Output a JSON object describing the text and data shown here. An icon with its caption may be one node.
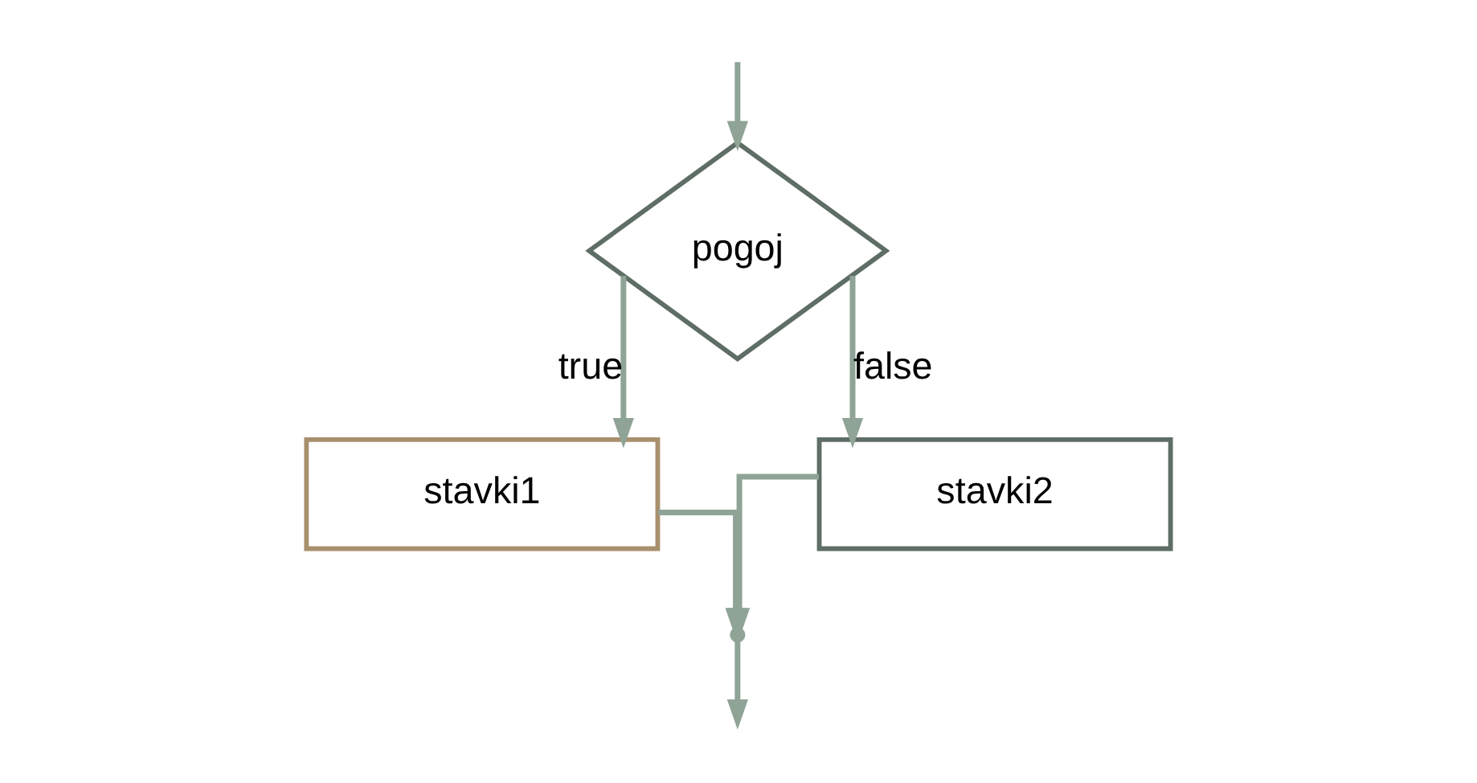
{
  "diagram": {
    "nodes": [
      {
        "text": [
          "pogoj"
        ]
      },
      {
        "text": [
          "stavki1"
        ]
      },
      {
        "text": [
          "stavki2"
        ]
      },
      {
        "text": [],
        "shape": "point"
      }
    ],
    "edges": [
      {
        "from": null,
        "to": 0,
        "arrow": "to"
      },
      {
        "from": 0,
        "to": 1,
        "arrow": "to",
        "label": "true"
      },
      {
        "from": 0,
        "to": 2,
        "arrow": "to",
        "label": "false"
      },
      {
        "from": 1,
        "to": 3,
        "arrow": "to"
      },
      {
        "from": 2,
        "to": 3,
        "arrow": "to"
      },
      {
        "from": 3,
        "to": null,
        "arrow": "to"
      }
    ]
  }
}
